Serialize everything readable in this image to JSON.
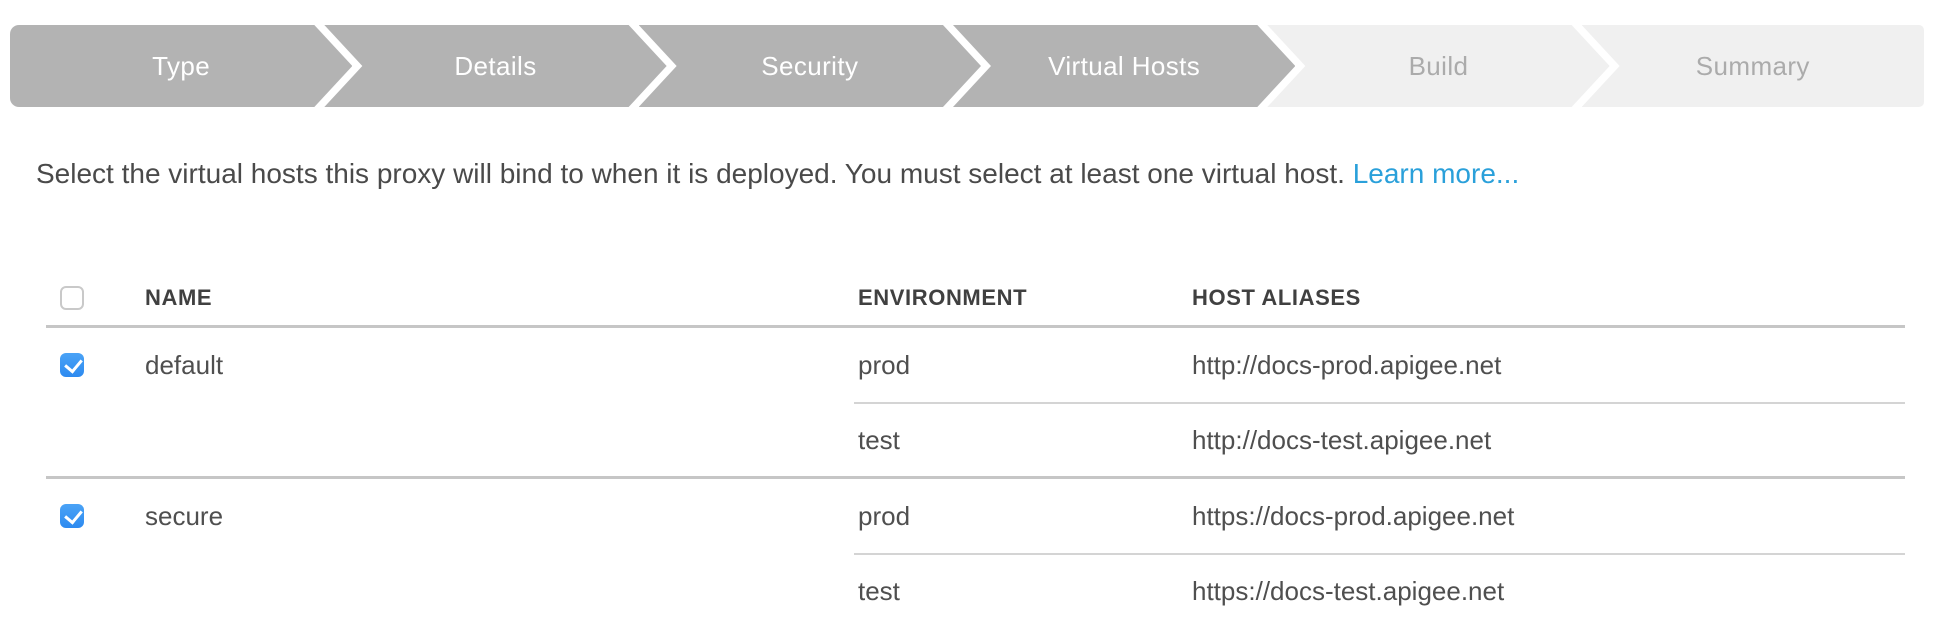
{
  "wizard": {
    "steps": [
      {
        "label": "Type",
        "state": "done"
      },
      {
        "label": "Details",
        "state": "done"
      },
      {
        "label": "Security",
        "state": "done"
      },
      {
        "label": "Virtual Hosts",
        "state": "current"
      },
      {
        "label": "Build",
        "state": "upcoming"
      },
      {
        "label": "Summary",
        "state": "upcoming"
      }
    ]
  },
  "description": {
    "text": "Select the virtual hosts this proxy will bind to when it is deployed. You must select at least one virtual host.",
    "link_label": "Learn more..."
  },
  "table": {
    "select_all_checked": false,
    "columns": {
      "name": "NAME",
      "environment": "ENVIRONMENT",
      "host_aliases": "HOST ALIASES"
    },
    "groups": [
      {
        "name": "default",
        "checked": true,
        "rows": [
          {
            "environment": "prod",
            "host_alias": "http://docs-prod.apigee.net"
          },
          {
            "environment": "test",
            "host_alias": "http://docs-test.apigee.net"
          }
        ]
      },
      {
        "name": "secure",
        "checked": true,
        "rows": [
          {
            "environment": "prod",
            "host_alias": "https://docs-prod.apigee.net"
          },
          {
            "environment": "test",
            "host_alias": "https://docs-test.apigee.net"
          }
        ]
      }
    ]
  },
  "colors": {
    "step_active_bg": "#b3b3b3",
    "step_inactive_bg": "#f0f0f0",
    "link_blue": "#2aa0da",
    "checkbox_blue": "#3c99f4"
  }
}
